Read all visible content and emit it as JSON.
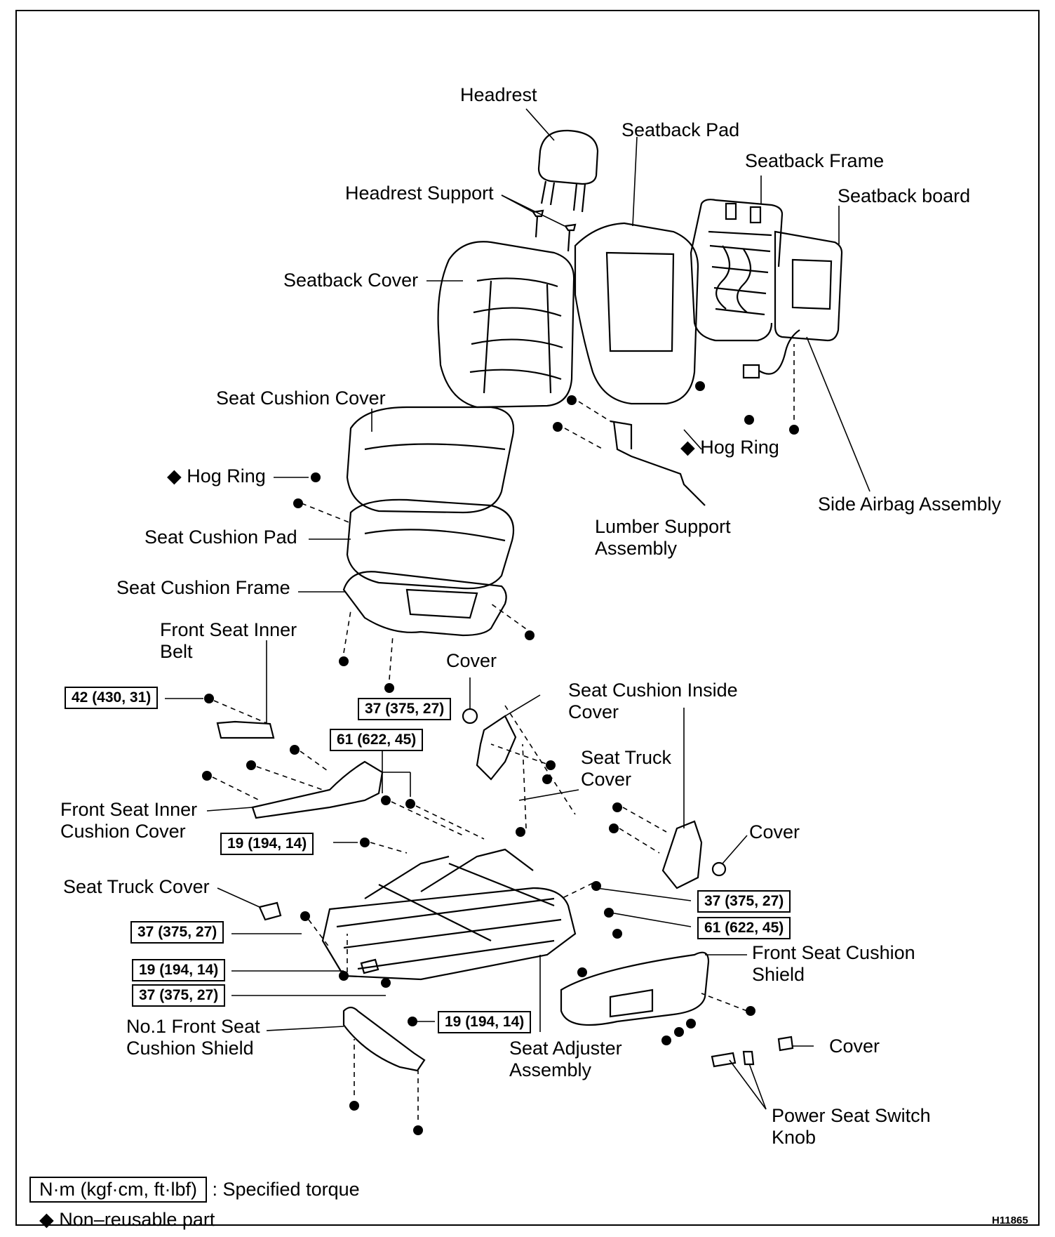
{
  "labels": {
    "headrest": "Headrest",
    "seatback_pad": "Seatback Pad",
    "seatback_frame": "Seatback Frame",
    "headrest_support": "Headrest Support",
    "seatback_board": "Seatback board",
    "seatback_cover": "Seatback Cover",
    "seat_cushion_cover": "Seat Cushion Cover",
    "hog_ring_left": "◆ Hog Ring",
    "hog_ring_right": "◆ Hog Ring",
    "side_airbag": "Side Airbag Assembly",
    "lumber_support": "Lumber Support\nAssembly",
    "seat_cushion_pad": "Seat Cushion Pad",
    "seat_cushion_frame": "Seat Cushion Frame",
    "front_seat_inner_belt": "Front Seat Inner\nBelt",
    "cover_top": "Cover",
    "seat_cushion_inside_cover": "Seat Cushion Inside\nCover",
    "seat_truck_cover_right": "Seat Truck\nCover",
    "front_seat_inner_cushion_cover": "Front Seat Inner\nCushion Cover",
    "cover_right": "Cover",
    "seat_truck_cover_left": "Seat Truck Cover",
    "front_seat_cushion_shield": "Front Seat Cushion\nShield",
    "no1_front_seat_cushion_shield": "No.1 Front Seat\nCushion Shield",
    "seat_adjuster": "Seat Adjuster\nAssembly",
    "cover_bottom": "Cover",
    "power_seat_switch_knob": "Power Seat Switch\nKnob"
  },
  "torques": {
    "t1": "42 (430, 31)",
    "t2": "37 (375, 27)",
    "t3": "61 (622, 45)",
    "t4": "19 (194, 14)",
    "t5": "37 (375, 27)",
    "t6": "61 (622, 45)",
    "t7": "37 (375, 27)",
    "t8": "19 (194, 14)",
    "t9": "37 (375, 27)",
    "t10": "19 (194, 14)"
  },
  "legend": {
    "torque_unit": "N·m (kgf·cm, ft·lbf)",
    "torque_desc": ": Specified torque",
    "non_reusable": "◆ Non–reusable part"
  },
  "figure_code": "H11865"
}
